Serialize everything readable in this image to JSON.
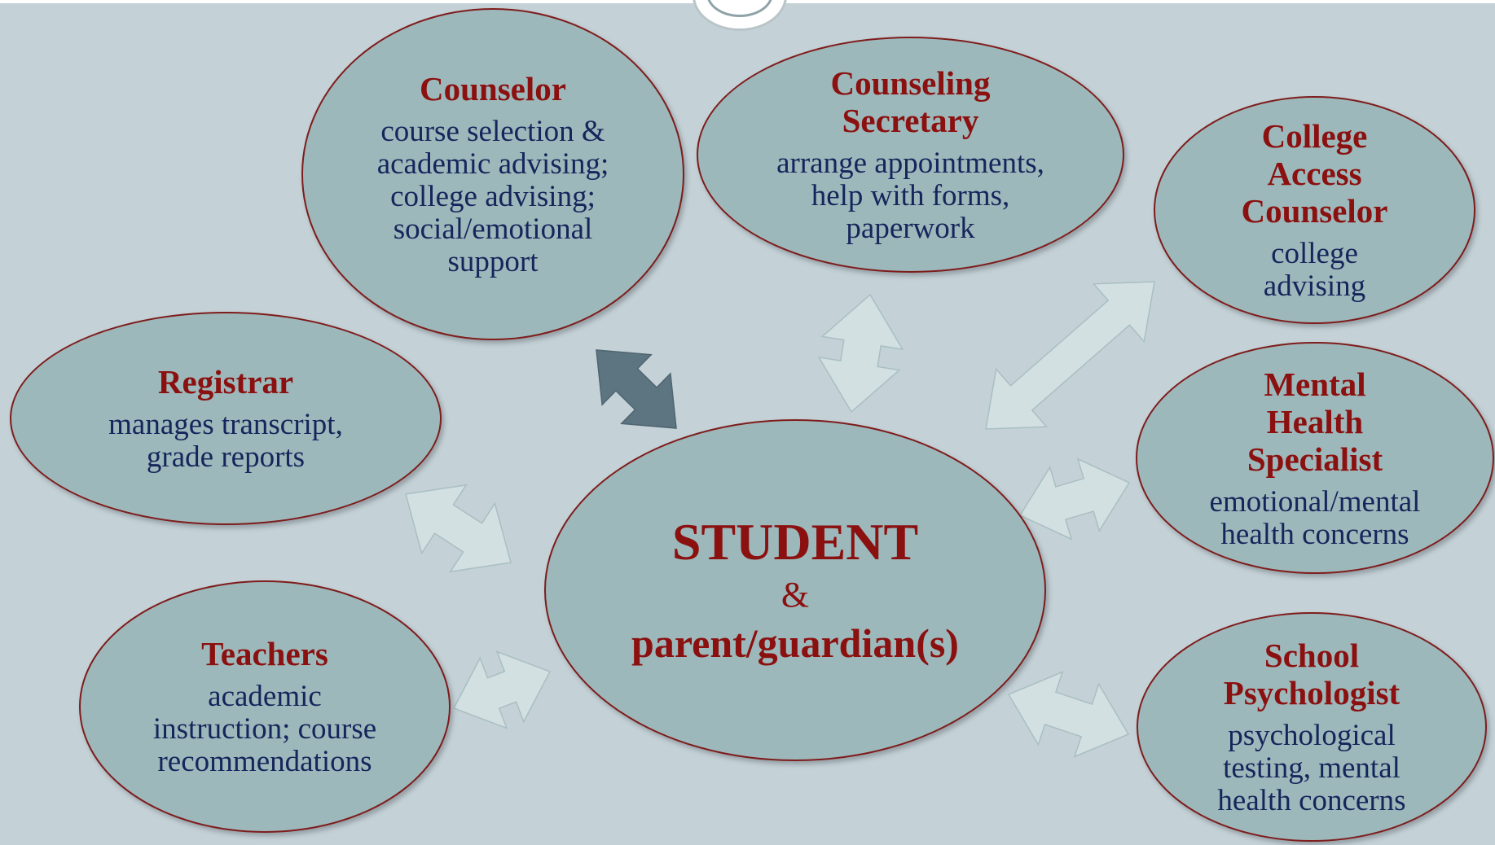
{
  "center": {
    "title": "STUDENT",
    "amp": "&",
    "subtitle": "parent/guardian(s)"
  },
  "nodes": {
    "counselor": {
      "title": "Counselor",
      "desc": [
        "course selection &",
        "academic advising;",
        "college advising;",
        "social/emotional",
        "support"
      ]
    },
    "secretary": {
      "title": [
        "Counseling",
        "Secretary"
      ],
      "desc": [
        "arrange appointments,",
        "help with forms,",
        "paperwork"
      ]
    },
    "college": {
      "title": [
        "College",
        "Access",
        "Counselor"
      ],
      "desc": [
        "college",
        "advising"
      ]
    },
    "registrar": {
      "title": "Registrar",
      "desc": [
        "manages transcript,",
        "grade reports"
      ]
    },
    "mental": {
      "title": [
        "Mental",
        "Health",
        "Specialist"
      ],
      "desc": [
        "emotional/mental",
        "health concerns"
      ]
    },
    "teachers": {
      "title": "Teachers",
      "desc": [
        "academic",
        "instruction; course",
        "recommendations"
      ]
    },
    "psychologist": {
      "title": [
        "School",
        "Psychologist"
      ],
      "desc": [
        "psychological",
        "testing, mental",
        "health concerns"
      ]
    }
  },
  "colors": {
    "background": "#c4d1d6",
    "node_fill": "#9db8ba",
    "title": "#8b1010",
    "desc": "#14265c",
    "arrow_light": "#d2e0e2",
    "arrow_dark": "#5d7580"
  }
}
